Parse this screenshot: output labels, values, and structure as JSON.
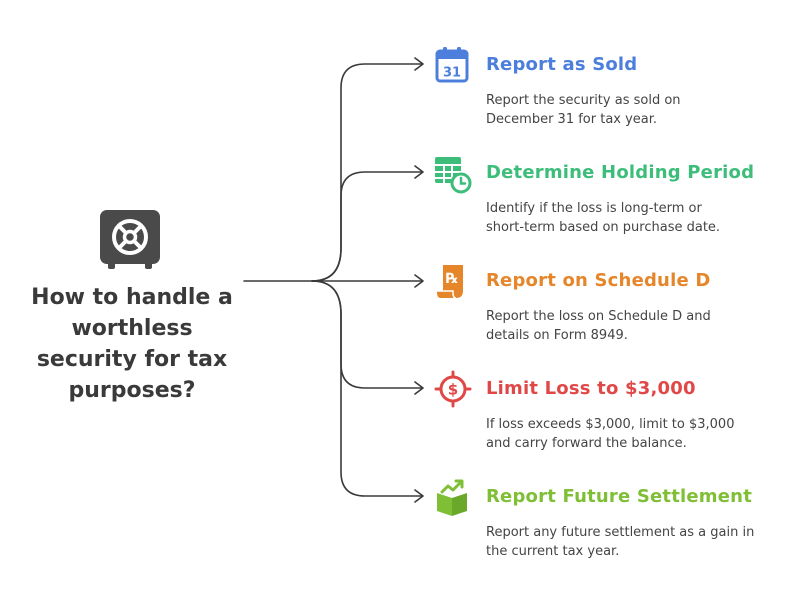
{
  "question": {
    "line1": "How to handle a",
    "line2": "worthless",
    "line3": "security for tax",
    "line4": "purposes?"
  },
  "steps": [
    {
      "title": "Report as Sold",
      "icon": "calendar-icon",
      "calendar_day": "31",
      "color": "#4c7fdc",
      "desc_line1": "Report the security as sold on",
      "desc_line2": "December 31 for tax year."
    },
    {
      "title": "Determine Holding Period",
      "icon": "spreadsheet-clock-icon",
      "color": "#3dbd7a",
      "desc_line1": "Identify if the loss is long-term or",
      "desc_line2": "short-term based on purchase date."
    },
    {
      "title": "Report on Schedule D",
      "icon": "prescription-document-icon",
      "color": "#e5862a",
      "desc_line1": "Report the loss on Schedule D and",
      "desc_line2": "details on Form 8949."
    },
    {
      "title": "Limit Loss to $3,000",
      "icon": "dollar-target-icon",
      "color": "#e04848",
      "desc_line1": "If loss exceeds $3,000, limit to $3,000",
      "desc_line2": "and carry forward the balance."
    },
    {
      "title": "Report Future Settlement",
      "icon": "growth-book-icon",
      "color": "#7fbf35",
      "desc_line1": "Report any future settlement as a gain in",
      "desc_line2": "the current tax year."
    }
  ],
  "colors": {
    "connector": "#3a3a3a",
    "safe": "#4a4a4a",
    "question_text": "#3a3a3a"
  }
}
